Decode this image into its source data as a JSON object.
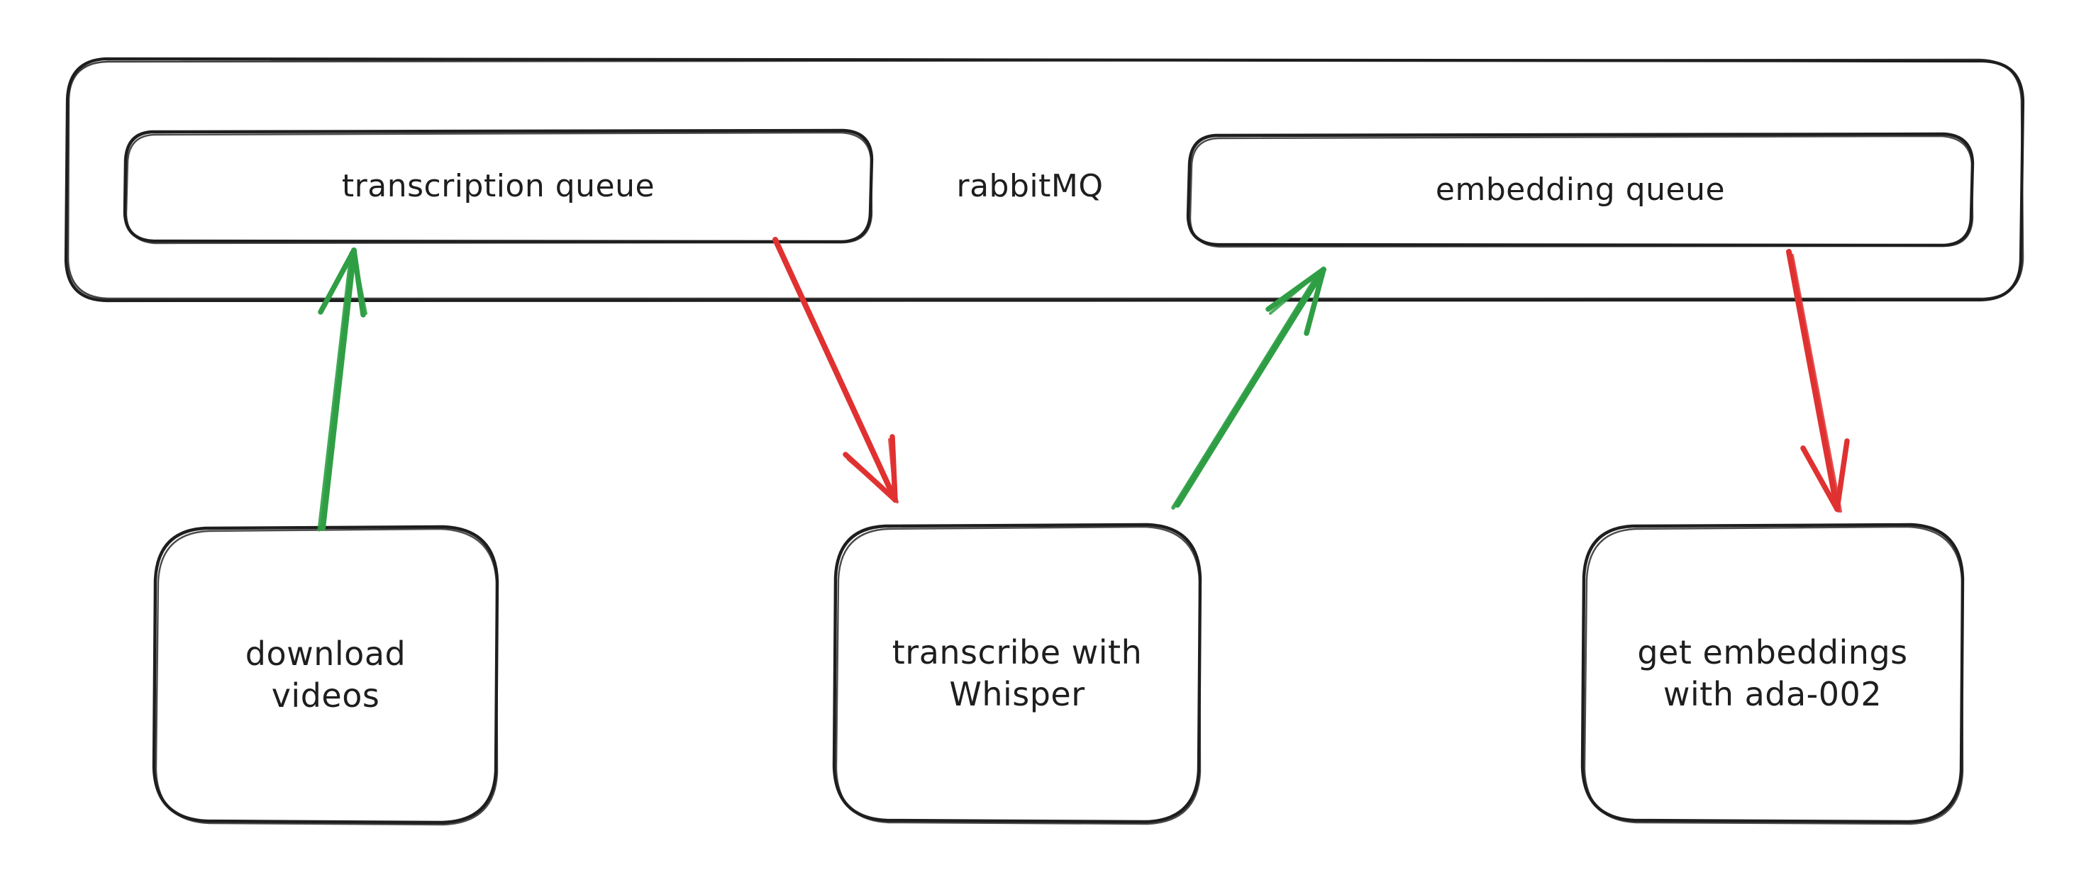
{
  "diagram": {
    "title": "rabbitMQ message queue pipeline",
    "style": "hand-drawn sketch",
    "background_color": "#ffffff",
    "stroke_color": "#1e1e1e",
    "colors": {
      "stroke": "#1e1e1e",
      "produce_arrow_green": "#2f9e44",
      "consume_arrow_red": "#e03131",
      "background": "#ffffff"
    }
  },
  "broker": {
    "label": "rabbitMQ",
    "queues": [
      {
        "id": "transcription-queue",
        "label": "transcription queue"
      },
      {
        "id": "embedding-queue",
        "label": "embedding queue"
      }
    ]
  },
  "workers": [
    {
      "id": "download-videos",
      "label": "download\nvideos"
    },
    {
      "id": "transcribe-with-whisper",
      "label": "transcribe with\nWhisper"
    },
    {
      "id": "get-embeddings-with-ada-002",
      "label": "get embeddings\nwith ada-002"
    }
  ],
  "connections": [
    {
      "id": "download-to-transcription-queue",
      "from": "download-videos",
      "to": "transcription-queue",
      "color": "#2f9e44",
      "direction": "up"
    },
    {
      "id": "transcription-queue-to-transcribe",
      "from": "transcription-queue",
      "to": "transcribe-with-whisper",
      "color": "#e03131",
      "direction": "down"
    },
    {
      "id": "transcribe-to-embedding-queue",
      "from": "transcribe-with-whisper",
      "to": "embedding-queue",
      "color": "#2f9e44",
      "direction": "up"
    },
    {
      "id": "embedding-queue-to-get-embeddings",
      "from": "embedding-queue",
      "to": "get-embeddings-with-ada-002",
      "color": "#e03131",
      "direction": "down"
    }
  ]
}
